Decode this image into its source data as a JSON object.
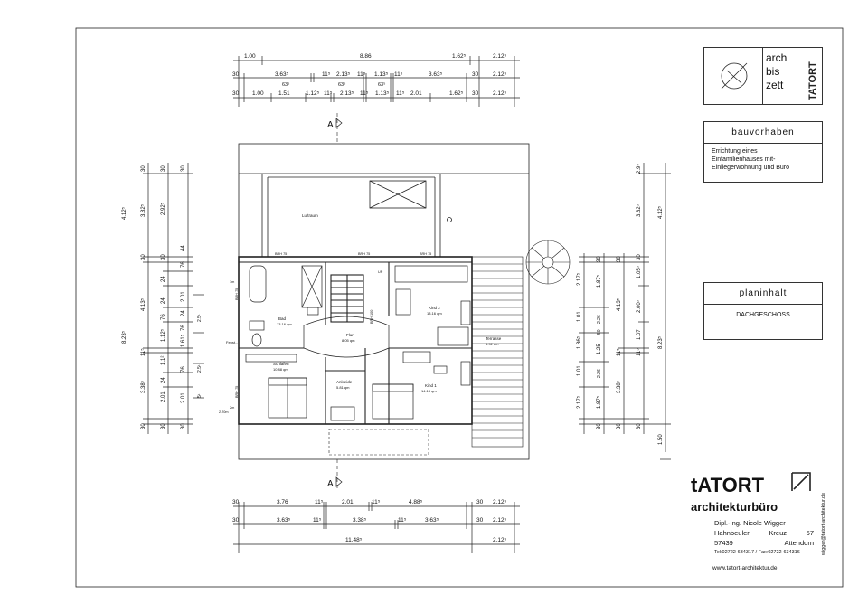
{
  "title_block": {
    "logo_words": [
      "arch",
      "bis",
      "zett"
    ],
    "logo_vertical": "TATORT",
    "bauvorhaben_title": "bauvorhaben",
    "bauvorhaben_lines": [
      "Errichtung eines",
      "Einfamilienhauses mit-",
      "Einliegerwohnung und Büro"
    ],
    "planinhalt_title": "planinhalt",
    "planinhalt_value": "DACHGESCHOSS",
    "brand": "tATORT",
    "brand_sub": "architekturbüro",
    "address_name": "Dipl.-Ing. Nicole Wigger",
    "address_street": [
      "Hahnbeuler",
      "Kreuz",
      "57"
    ],
    "address_city": [
      "57439",
      "Attendorn"
    ],
    "phone": "Tel:02722-634317 / Fax:02722-634316",
    "web": "www.tatort-architektur.de",
    "email": "wigger@tatort-architektur.de"
  },
  "plan": {
    "section_marker_top": "A",
    "section_marker_bottom": "A",
    "rooms": [
      {
        "name": "Luftraum",
        "area": ""
      },
      {
        "name": "Bad",
        "area": "13.16 qm"
      },
      {
        "name": "Flur",
        "area": "8.05 qm"
      },
      {
        "name": "Kind 2",
        "area": "13.16 qm"
      },
      {
        "name": "Terrasse",
        "area": "8.92 qm"
      },
      {
        "name": "Schlafen",
        "area": "10.88 qm"
      },
      {
        "name": "Ankleide",
        "area": "5.81 qm"
      },
      {
        "name": "Kind 1",
        "area": "14.13 qm"
      }
    ],
    "labels": {
      "brh1": "BRH 75",
      "brh2": "BRH 75",
      "brh3": "BRH 75",
      "brh_side1": "BRH 75",
      "brh_side2": "BRH 100",
      "brh_side3": "BRH 75",
      "up": "UP",
      "fenster": "Fenst...",
      "h1": "1m",
      "h2": "2m",
      "h3": "2.20m"
    },
    "dims_top": {
      "row1": [
        "1.00",
        "8.86",
        "1.62⁵",
        "2.12⁵"
      ],
      "row2": [
        "30",
        "3.63⁵",
        "11⁵",
        "2.13⁵",
        "11⁵",
        "1.13⁵",
        "11⁵",
        "3.63⁵",
        "30",
        "2.12⁵"
      ],
      "row2b": [
        "63⁵",
        "63⁵",
        "63⁵"
      ],
      "row3": [
        "30",
        "1.00",
        "1.51",
        "1.12⁵",
        "11⁵",
        "2.13⁵",
        "11⁵",
        "1.13⁵",
        "11⁵",
        "2.01",
        "1.62⁵",
        "30",
        "2.12⁵"
      ]
    },
    "dims_bottom": {
      "row1": [
        "30",
        "3.76",
        "11⁵",
        "2.01",
        "11⁵",
        "4.88⁵",
        "30",
        "2.12⁵"
      ],
      "row2": [
        "30",
        "3.63⁵",
        "11⁵",
        "3.38⁵",
        "11⁵",
        "3.63⁵",
        "30",
        "2.12⁵"
      ],
      "row3": [
        "11.48⁵",
        "2.12⁵"
      ]
    },
    "dims_left": {
      "col1": [
        "30",
        "4.12⁵",
        "30",
        "4.13⁵",
        "8.23⁵",
        "11⁵",
        "3.38⁵",
        "30"
      ],
      "col2": [
        "30",
        "3.82⁵",
        "30",
        "24",
        "24",
        "76",
        "1.12⁵",
        "1.1²",
        "2.01",
        "24",
        "30"
      ],
      "col3": [
        "30",
        "2.92⁵",
        "44",
        "76",
        "2.01",
        "24",
        "76",
        "1.61⁵",
        "76",
        "2.01",
        "30"
      ],
      "col4": [
        "2.5¹",
        "2.5¹",
        "5¹"
      ]
    },
    "dims_right": {
      "col1": [
        "2.17⁵",
        "1.01",
        "1.86⁵",
        "1.01",
        "2.17⁵"
      ],
      "col2": [
        "30",
        "1.87⁵",
        "2.26",
        "50",
        "1.25",
        "2.26",
        "1.87⁵",
        "30"
      ],
      "col3": [
        "30",
        "4.13⁵",
        "11⁵",
        "3.38⁵",
        "30"
      ],
      "col4": [
        "2.9⁵",
        "3.82⁵",
        "30",
        "1.05⁵",
        "2.00⁵",
        "1.07",
        "11⁵",
        "30"
      ],
      "col5": [
        "4.12⁵",
        "8.23⁵",
        "1.50"
      ]
    }
  }
}
